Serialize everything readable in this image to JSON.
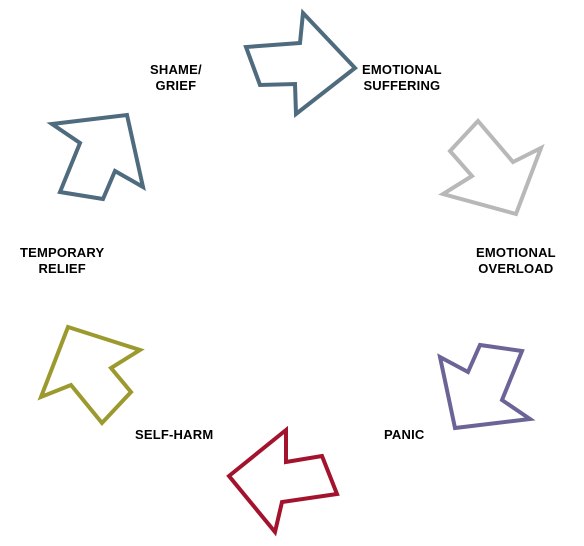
{
  "stages": [
    {
      "id": "shame-grief",
      "lines": [
        "SHAME/",
        "GRIEF"
      ]
    },
    {
      "id": "emotional-suffering",
      "lines": [
        "EMOTIONAL",
        "SUFFERING"
      ]
    },
    {
      "id": "emotional-overload",
      "lines": [
        "EMOTIONAL",
        "OVERLOAD"
      ]
    },
    {
      "id": "panic",
      "lines": [
        "PANIC"
      ]
    },
    {
      "id": "self-harm",
      "lines": [
        "SELF-HARM"
      ]
    },
    {
      "id": "temporary-relief",
      "lines": [
        "TEMPORARY",
        "RELIEF"
      ]
    }
  ],
  "arrows": [
    {
      "id": "shame-to-suffering",
      "color": "#4f6b7e"
    },
    {
      "id": "suffering-to-overload",
      "color": "#b8b8b8"
    },
    {
      "id": "overload-to-panic",
      "color": "#6a6596"
    },
    {
      "id": "panic-to-selfharm",
      "color": "#a3132e"
    },
    {
      "id": "selfharm-to-relief",
      "color": "#9c9a2e"
    },
    {
      "id": "relief-to-shame",
      "color": "#4f6b7e"
    }
  ]
}
